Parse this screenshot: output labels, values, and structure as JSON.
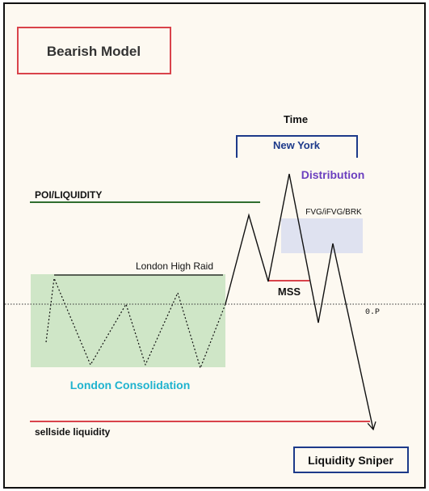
{
  "title": "Bearish Model",
  "labels": {
    "time": "Time",
    "session": "New York",
    "distribution": "Distribution",
    "poi": "POI/LIQUIDITY",
    "fvg": "FVG/iFVG/BRK",
    "london_high_raid": "London High Raid",
    "mss": "MSS",
    "op": "0.P",
    "london_consolidation": "London Consolidation",
    "sellside": "sellside liquidity",
    "footer": "Liquidity Sniper"
  },
  "colors": {
    "background": "#fdf9f1",
    "frame": "#111111",
    "title_box_border": "#d9434b",
    "session_bracket": "#1d3a8a",
    "distribution_text": "#6b3fbf",
    "poi_line": "#2f6e2f",
    "mss_line": "#d9434b",
    "sellside_line": "#d9434b",
    "fvg_fill": "#dfe2f0",
    "consolidation_fill": "#cfe6c7",
    "consolidation_text": "#1fb3cf",
    "footer_box_border": "#1d3a8a",
    "price_line": "#111111"
  }
}
